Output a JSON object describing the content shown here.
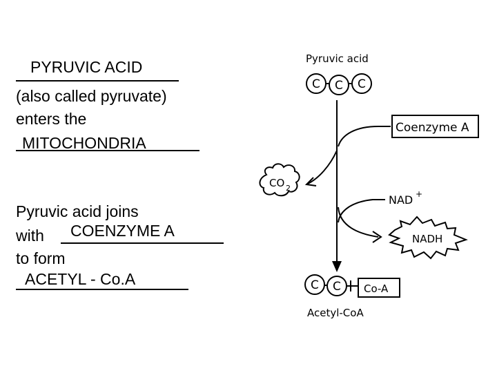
{
  "left_text": {
    "blank1_answer": "PYRUVIC ACID",
    "line_also_called": "(also called pyruvate)",
    "line_enters": "enters the",
    "blank2_answer": "MITOCHONDRIA",
    "line_joins": "Pyruvic acid joins",
    "line_with": "with",
    "blank3_answer": "COENZYME A",
    "line_to_form": "to form",
    "blank4_answer": "ACETYL - Co.A"
  },
  "diagram": {
    "pyruvic_label": "Pyruvic acid",
    "carbons_top": [
      "C",
      "C",
      "C"
    ],
    "coenzyme_label": "Coenzyme A",
    "co2_label": "CO",
    "co2_subscript": "2",
    "nad_label": "NAD",
    "nad_superscript": "+",
    "nadh_label": "NADH",
    "carbons_bottom": [
      "C",
      "C"
    ],
    "coa_label": "Co-A",
    "acetyl_label": "Acetyl-CoA"
  }
}
